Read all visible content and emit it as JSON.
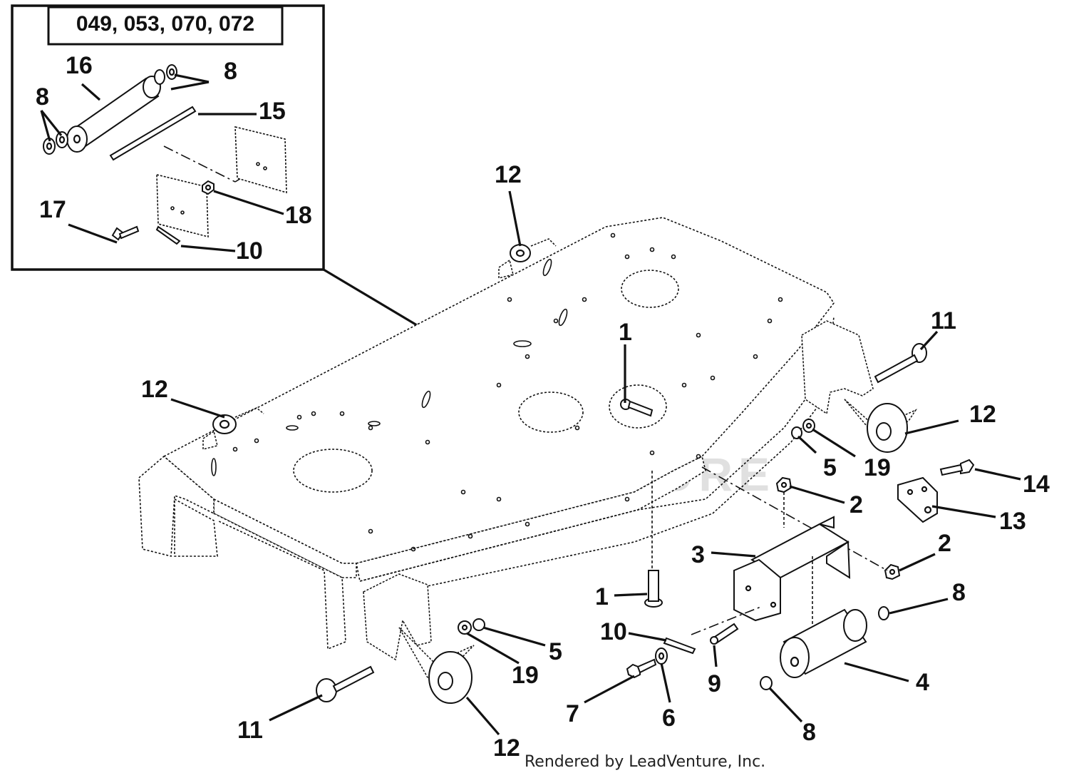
{
  "inset": {
    "title": "049, 053, 070, 072"
  },
  "watermark": {
    "text": "LEADVENTURE"
  },
  "credit": "Rendered by LeadVenture, Inc.",
  "callouts": [
    {
      "id": "inset-8a",
      "label": "8"
    },
    {
      "id": "inset-8b",
      "label": "8"
    },
    {
      "id": "inset-16",
      "label": "16"
    },
    {
      "id": "inset-15",
      "label": "15"
    },
    {
      "id": "inset-17",
      "label": "17"
    },
    {
      "id": "inset-18",
      "label": "18"
    },
    {
      "id": "inset-10",
      "label": "10"
    },
    {
      "id": "12-top",
      "label": "12"
    },
    {
      "id": "12-left",
      "label": "12"
    },
    {
      "id": "1-top",
      "label": "1"
    },
    {
      "id": "11-right",
      "label": "11"
    },
    {
      "id": "12-right",
      "label": "12"
    },
    {
      "id": "5-right",
      "label": "5"
    },
    {
      "id": "19-right",
      "label": "19"
    },
    {
      "id": "14",
      "label": "14"
    },
    {
      "id": "2-top",
      "label": "2"
    },
    {
      "id": "13",
      "label": "13"
    },
    {
      "id": "3",
      "label": "3"
    },
    {
      "id": "2-lower",
      "label": "2"
    },
    {
      "id": "8-right",
      "label": "8"
    },
    {
      "id": "1-bottom",
      "label": "1"
    },
    {
      "id": "10",
      "label": "10"
    },
    {
      "id": "5-left",
      "label": "5"
    },
    {
      "id": "19-left",
      "label": "19"
    },
    {
      "id": "9",
      "label": "9"
    },
    {
      "id": "4",
      "label": "4"
    },
    {
      "id": "7",
      "label": "7"
    },
    {
      "id": "6",
      "label": "6"
    },
    {
      "id": "8-bottom",
      "label": "8"
    },
    {
      "id": "11-left",
      "label": "11"
    },
    {
      "id": "12-bottom",
      "label": "12"
    }
  ]
}
